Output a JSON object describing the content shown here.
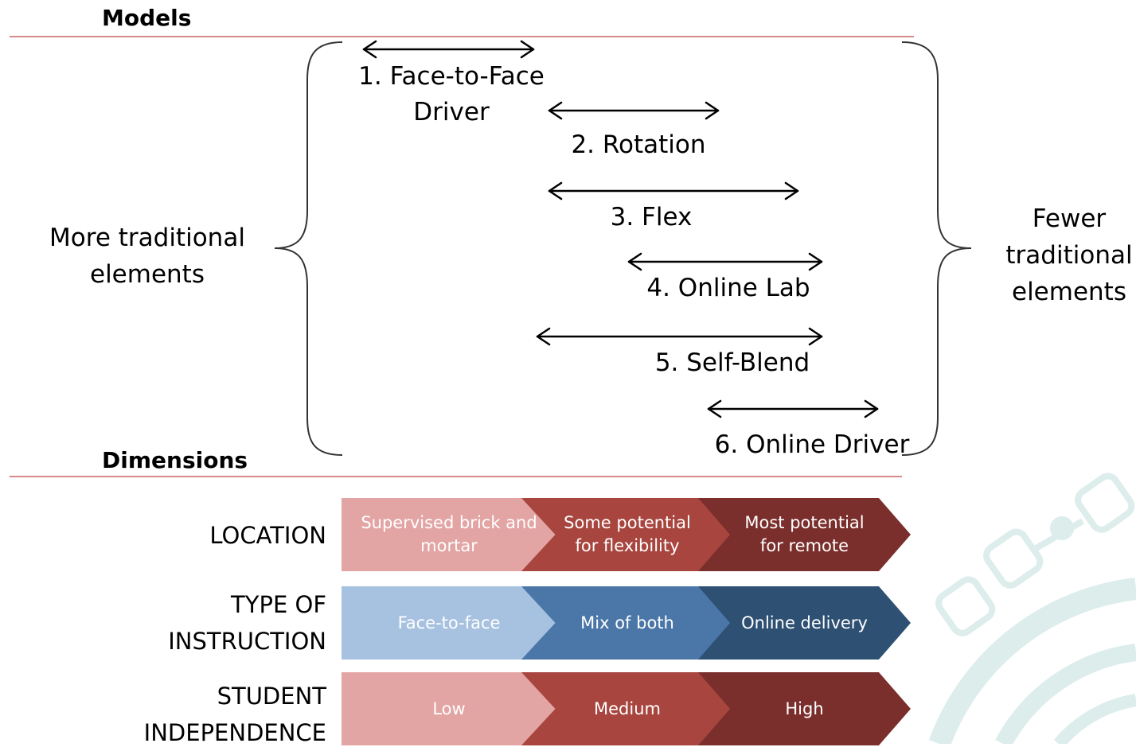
{
  "sections": {
    "models_title": "Models",
    "dimensions_title": "Dimensions"
  },
  "side_labels": {
    "left": [
      "More traditional",
      "elements"
    ],
    "right": [
      "Fewer",
      "traditional",
      "elements"
    ]
  },
  "models": [
    {
      "lines": [
        "1. Face-to-Face",
        "Driver"
      ]
    },
    {
      "lines": [
        "2. Rotation"
      ]
    },
    {
      "lines": [
        "3. Flex"
      ]
    },
    {
      "lines": [
        "4. Online Lab"
      ]
    },
    {
      "lines": [
        "5. Self-Blend"
      ]
    },
    {
      "lines": [
        "6. Online Driver"
      ]
    }
  ],
  "dimensions": [
    {
      "label": [
        "LOCATION"
      ],
      "steps": [
        [
          "Supervised brick and",
          "mortar"
        ],
        [
          "Some potential",
          "for flexibility"
        ],
        [
          "Most potential",
          "for remote"
        ]
      ],
      "colors": [
        "#e3a4a4",
        "#a8453f",
        "#7a2f2c"
      ]
    },
    {
      "label": [
        "TYPE OF",
        "INSTRUCTION"
      ],
      "steps": [
        [
          "Face-to-face"
        ],
        [
          "Mix of both"
        ],
        [
          "Online delivery"
        ]
      ],
      "colors": [
        "#a7c2e0",
        "#4a76a8",
        "#2e5073"
      ]
    },
    {
      "label": [
        "STUDENT",
        "INDEPENDENCE"
      ],
      "steps": [
        [
          "Low"
        ],
        [
          "Medium"
        ],
        [
          "High"
        ]
      ],
      "colors": [
        "#e3a4a4",
        "#a8453f",
        "#7a2f2c"
      ]
    }
  ],
  "colors": {
    "rule": "#d98a8a",
    "watermark": "#dcedec"
  }
}
